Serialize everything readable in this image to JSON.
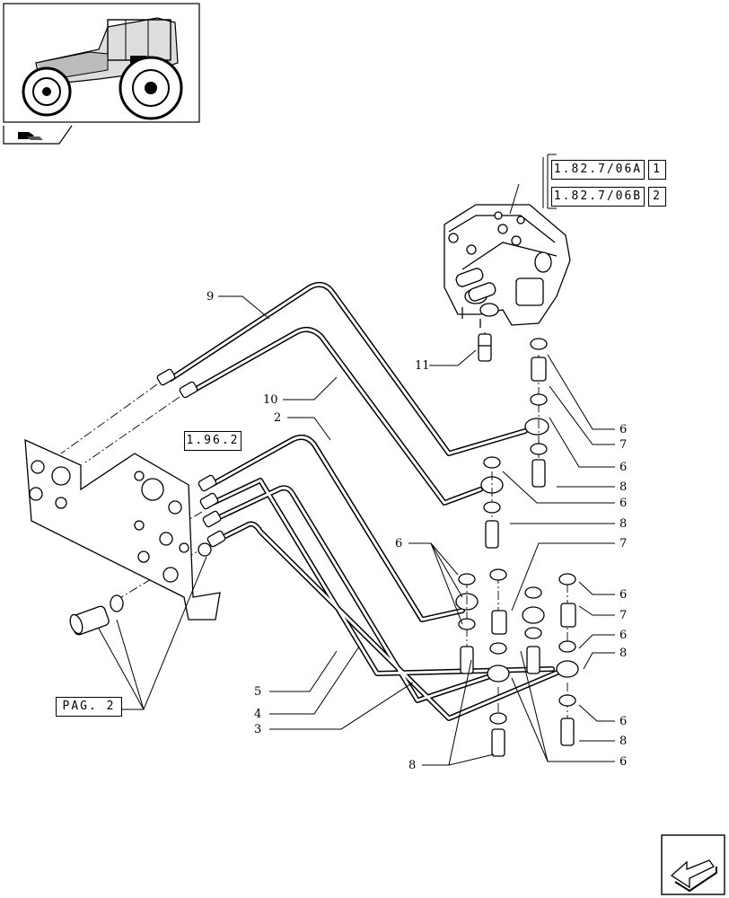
{
  "refs": {
    "top_a": "1.82.7/06A",
    "top_a_idx": "1",
    "top_b": "1.82.7/06B",
    "top_b_idx": "2",
    "panel": "1.96.2",
    "page": "PAG. 2"
  },
  "callouts": [
    {
      "id": "c9",
      "text": "9"
    },
    {
      "id": "c10",
      "text": "10"
    },
    {
      "id": "c2",
      "text": "2"
    },
    {
      "id": "c11",
      "text": "11"
    },
    {
      "id": "c6a",
      "text": "6"
    },
    {
      "id": "c7a",
      "text": "7"
    },
    {
      "id": "c6b",
      "text": "6"
    },
    {
      "id": "c8a",
      "text": "8"
    },
    {
      "id": "c6c",
      "text": "6"
    },
    {
      "id": "c8b",
      "text": "8"
    },
    {
      "id": "c6d",
      "text": "6"
    },
    {
      "id": "c7b",
      "text": "7"
    },
    {
      "id": "c6e",
      "text": "6"
    },
    {
      "id": "c7c",
      "text": "7"
    },
    {
      "id": "c6f",
      "text": "6"
    },
    {
      "id": "c8c",
      "text": "8"
    },
    {
      "id": "c6g",
      "text": "6"
    },
    {
      "id": "c8d",
      "text": "8"
    },
    {
      "id": "c6h",
      "text": "6"
    },
    {
      "id": "c5",
      "text": "5"
    },
    {
      "id": "c4",
      "text": "4"
    },
    {
      "id": "c3",
      "text": "3"
    },
    {
      "id": "c8e",
      "text": "8"
    }
  ]
}
